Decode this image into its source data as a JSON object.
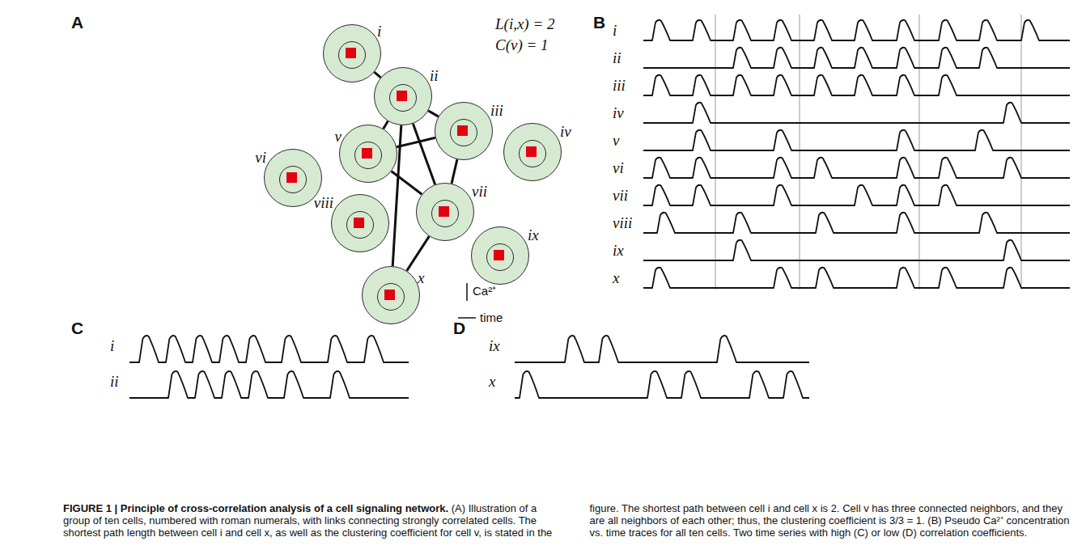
{
  "diagram": {
    "title": "FIGURE 1 | Principle of cross-correlation analysis of a cell signaling network.",
    "caption": "(A) Illustration of a group of ten cells, numbered with roman numerals, with links connecting strongly correlated cells. The shortest path length between cell i and cell x, as well as the clustering coefficient for cell v, is stated in the figure. The shortest path between cell i and cell x is 2. Cell v has three connected neighbors, and they are all neighbors of each other; thus, the clustering coefficient is 3/3 = 1. (B) Pseudo Ca²⁺ concentration vs. time traces for all ten cells. Two time series with high (C) or low (D) correlation coefficients.",
    "nodes": [
      {
        "text": [
          "i"
        ]
      },
      {
        "text": [
          "ii"
        ]
      },
      {
        "text": [
          "iii"
        ]
      },
      {
        "text": [
          "iv"
        ]
      },
      {
        "text": [
          "v"
        ]
      },
      {
        "text": [
          "vi"
        ]
      },
      {
        "text": [
          "vii"
        ]
      },
      {
        "text": [
          "viii"
        ]
      },
      {
        "text": [
          "ix"
        ]
      },
      {
        "text": [
          "x"
        ]
      }
    ],
    "edges": [
      {
        "from": 0,
        "to": 1,
        "arrow": "none"
      },
      {
        "from": 1,
        "to": 2,
        "arrow": "none"
      },
      {
        "from": 1,
        "to": 4,
        "arrow": "none"
      },
      {
        "from": 1,
        "to": 6,
        "arrow": "none"
      },
      {
        "from": 1,
        "to": 9,
        "arrow": "none"
      },
      {
        "from": 2,
        "to": 4,
        "arrow": "none"
      },
      {
        "from": 2,
        "to": 6,
        "arrow": "none"
      },
      {
        "from": 4,
        "to": 6,
        "arrow": "none"
      },
      {
        "from": 6,
        "to": 9,
        "arrow": "none"
      }
    ],
    "labels": [
      "A",
      "L(i,x) = 2",
      "C(v) = 1",
      "B",
      "i",
      "ii",
      "iii",
      "iv",
      "v",
      "vi",
      "vii",
      "viii",
      "ix",
      "x",
      "C",
      "i",
      "ii",
      "D",
      "ix",
      "x",
      "Ca²⁺",
      "time"
    ]
  }
}
